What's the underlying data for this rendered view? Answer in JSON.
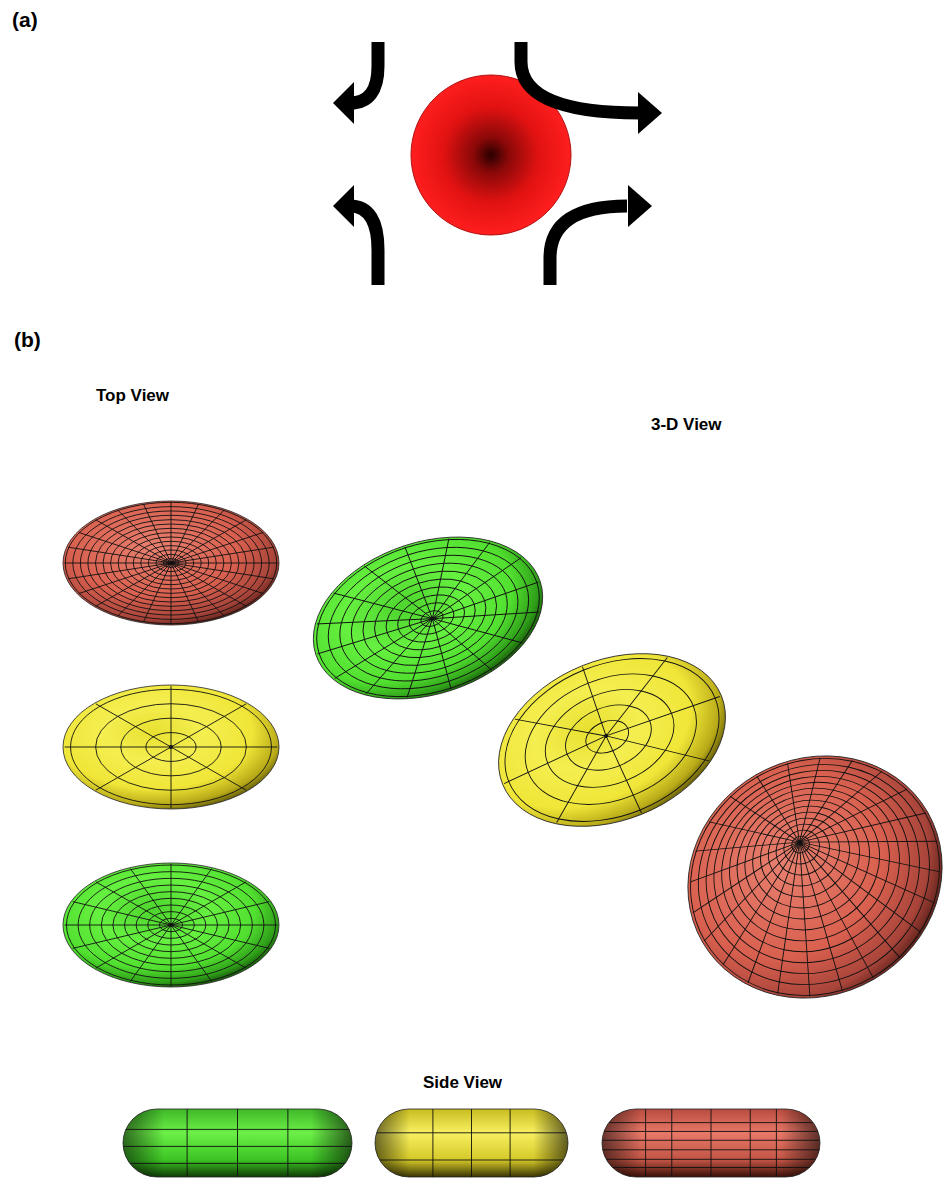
{
  "diagram": {
    "labels": [
      "(a)",
      "(b)",
      "Top View",
      "3-D View",
      "Side View"
    ]
  }
}
